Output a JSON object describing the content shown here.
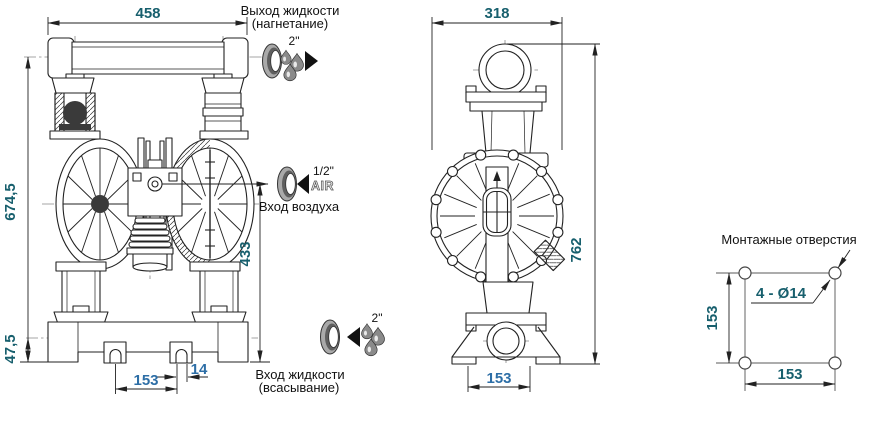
{
  "dimensions": {
    "front_width": "458",
    "front_total_height": "674,5",
    "front_base_height": "47,5",
    "front_air_inlet_height": "433",
    "front_foot_spacing": "153",
    "front_foot_hole_width": "14",
    "side_width": "318",
    "side_total_height": "762",
    "side_base_width": "153"
  },
  "ports": {
    "outlet_line1": "Выход жидкости",
    "outlet_line2": "(нагнетание)",
    "outlet_size": "2\"",
    "air_size": "1/2\"",
    "air_label": "AIR",
    "air_caption": "Вход воздуха",
    "inlet_line1": "Вход жидкости",
    "inlet_line2": "(всасывание)",
    "inlet_size": "2\""
  },
  "mounting": {
    "title": "Монтажные отверстия",
    "hole_spec": "4 - Ø14",
    "vertical_spacing": "153",
    "horizontal_spacing": "153"
  },
  "colors": {
    "dimension_teal": "#175f6d",
    "dimension_blue": "#2d6ea6",
    "line": "#222222",
    "centerline": "#888888",
    "label": "#111111"
  }
}
